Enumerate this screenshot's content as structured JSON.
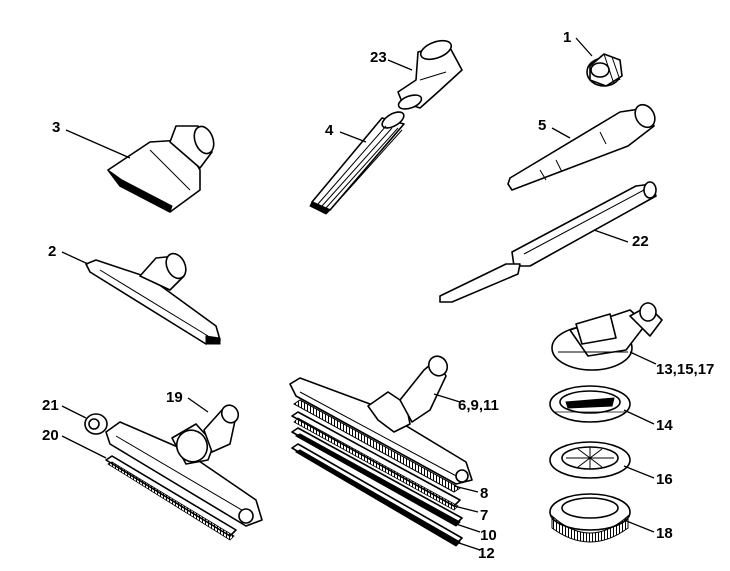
{
  "labels": {
    "p1": "1",
    "p2": "2",
    "p3": "3",
    "p4": "4",
    "p5": "5",
    "p23": "23",
    "p22": "22",
    "p13": "13,15,17",
    "p14": "14",
    "p16": "16",
    "p18": "18",
    "p6": "6,9,11",
    "p8": "8",
    "p7": "7",
    "p10": "10",
    "p12": "12",
    "p19": "19",
    "p20": "20",
    "p21": "21"
  }
}
